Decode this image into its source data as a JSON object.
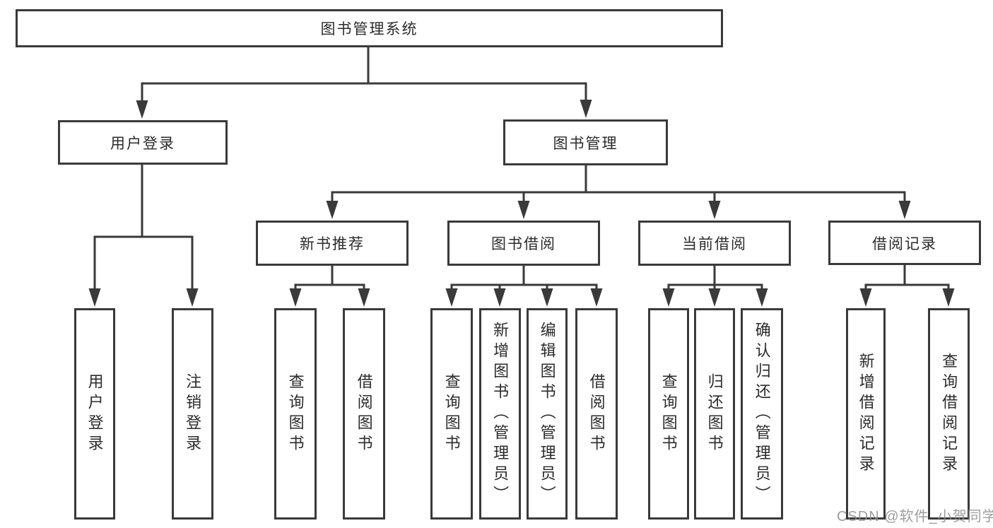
{
  "colors": {
    "line": "#3a3a3a",
    "text": "#2b2b2b",
    "box_background": "#ffffff",
    "watermark_gray": "#8c8c8c"
  },
  "tree": {
    "root": {
      "label": "图书管理系统",
      "children": [
        {
          "label": "用户登录",
          "children": [
            {
              "label": "用户登录"
            },
            {
              "label": "注销登录"
            }
          ]
        },
        {
          "label": "图书管理",
          "children": [
            {
              "label": "新书推荐",
              "children": [
                {
                  "label": "查询图书"
                },
                {
                  "label": "借阅图书"
                }
              ]
            },
            {
              "label": "图书借阅",
              "children": [
                {
                  "label": "查询图书"
                },
                {
                  "label": "新增图书（管理员）"
                },
                {
                  "label": "编辑图书（管理员）"
                },
                {
                  "label": "借阅图书"
                }
              ]
            },
            {
              "label": "当前借阅",
              "children": [
                {
                  "label": "查询图书"
                },
                {
                  "label": "归还图书"
                },
                {
                  "label": "确认归还（管理员）"
                }
              ]
            },
            {
              "label": "借阅记录",
              "children": [
                {
                  "label": "新增借阅记录"
                },
                {
                  "label": "查询借阅记录"
                }
              ]
            }
          ]
        }
      ]
    }
  },
  "watermark": {
    "text": "CSDN @软件_小贺同学"
  }
}
